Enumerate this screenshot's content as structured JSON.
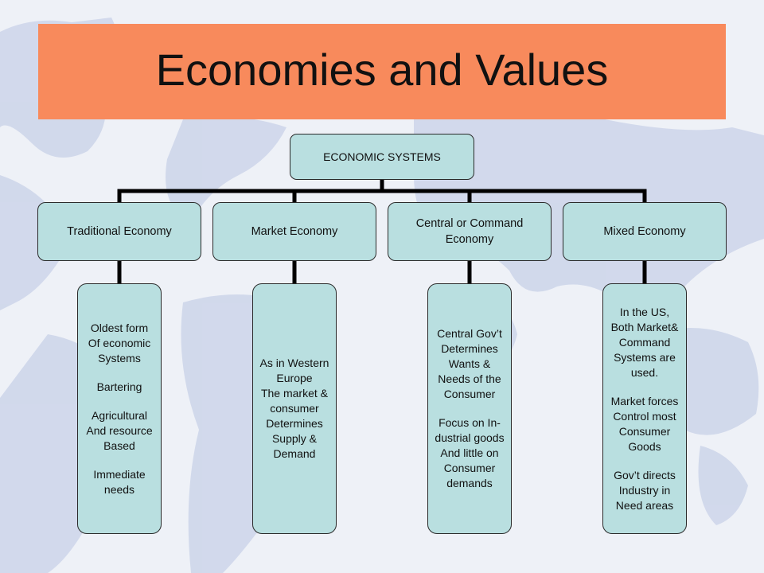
{
  "title": "Economies and Values",
  "root": {
    "label": "ECONOMIC SYSTEMS"
  },
  "categories": [
    {
      "label": "Traditional Economy",
      "detail": [
        "Oldest form\nOf economic\nSystems",
        "Bartering",
        "Agricultural\nAnd resource\nBased",
        "Immediate\nneeds"
      ]
    },
    {
      "label": "Market Economy",
      "detail": [
        "As in Western\nEurope\nThe market &\nconsumer\nDetermines\nSupply &\nDemand"
      ]
    },
    {
      "label": "Central  or Command Economy",
      "detail": [
        "Central Gov’t\nDetermines\nWants &\nNeeds of the\nConsumer",
        "Focus on In-\ndustrial goods\nAnd little on\nConsumer\ndemands"
      ]
    },
    {
      "label": "Mixed Economy",
      "detail": [
        "In the US,\nBoth Market&\nCommand\nSystems are\nused.",
        "Market forces\nControl most\nConsumer\nGoods",
        "Gov’t directs\nIndustry in\nNeed areas"
      ]
    }
  ],
  "colors": {
    "banner": "#f88a5c",
    "box_fill": "#b9dfe0",
    "connector": "#000000",
    "background_map": "#cfd7ea"
  }
}
